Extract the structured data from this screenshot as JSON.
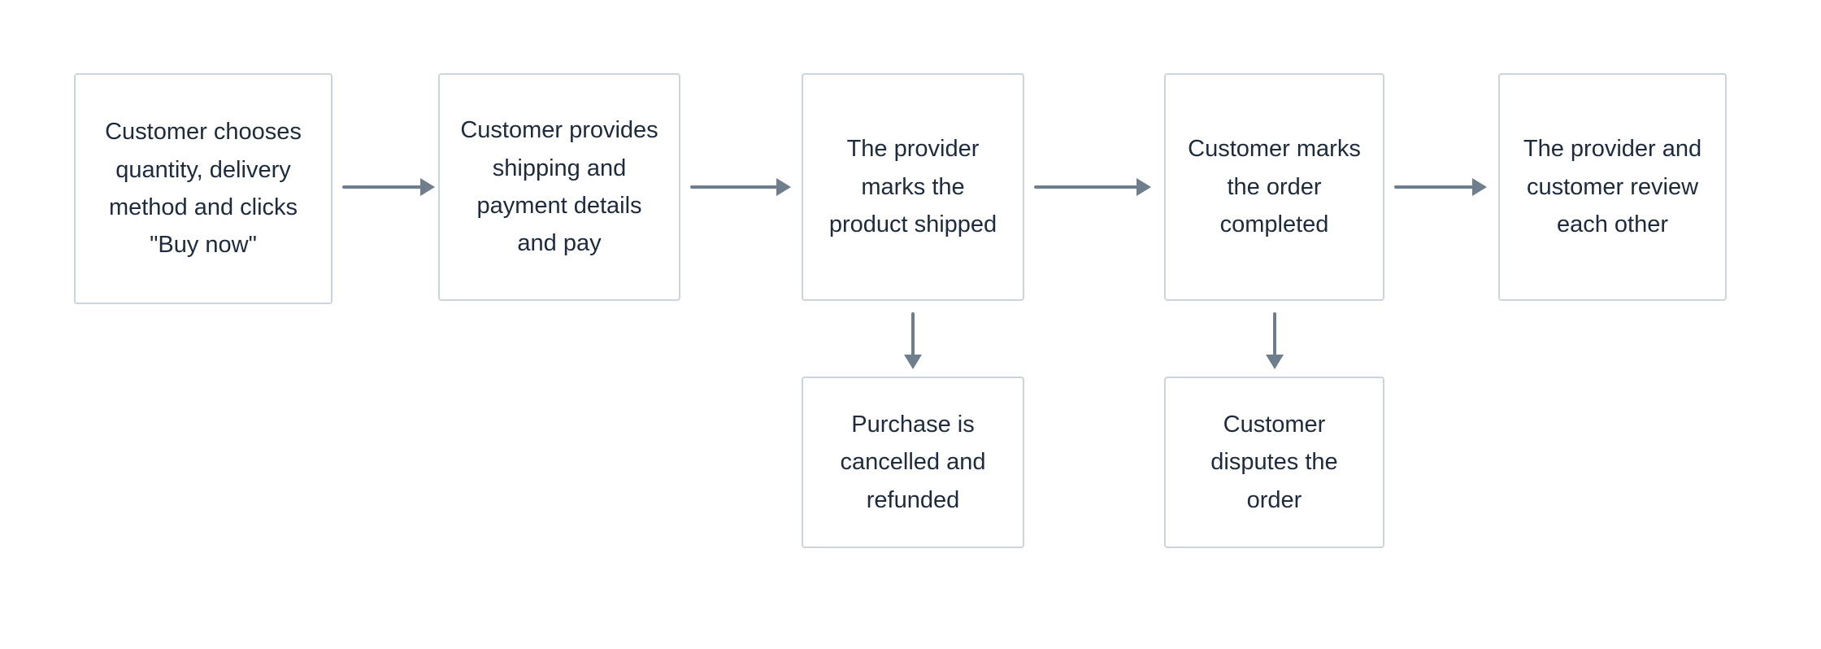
{
  "diagram": {
    "type": "flowchart",
    "nodes": [
      {
        "id": "buy-now",
        "label": "Customer chooses quantity, delivery method and clicks \"Buy now\""
      },
      {
        "id": "payment",
        "label": "Customer provides shipping and payment details and pay"
      },
      {
        "id": "shipped",
        "label": "The provider marks the product shipped"
      },
      {
        "id": "completed",
        "label": "Customer marks the order completed"
      },
      {
        "id": "review",
        "label": "The provider and customer review each other"
      },
      {
        "id": "cancelled",
        "label": "Purchase is cancelled and refunded"
      },
      {
        "id": "dispute",
        "label": "Customer disputes the order"
      }
    ],
    "edges": [
      {
        "from": "buy-now",
        "to": "payment",
        "direction": "right"
      },
      {
        "from": "payment",
        "to": "shipped",
        "direction": "right"
      },
      {
        "from": "shipped",
        "to": "completed",
        "direction": "right"
      },
      {
        "from": "completed",
        "to": "review",
        "direction": "right"
      },
      {
        "from": "shipped",
        "to": "cancelled",
        "direction": "down"
      },
      {
        "from": "completed",
        "to": "dispute",
        "direction": "down"
      }
    ],
    "colors": {
      "background": "#ffffff",
      "node_background": "#ffffff",
      "node_border": "#ccd4db",
      "text": "#1d2b3c",
      "arrow": "#6e7e8d"
    }
  }
}
